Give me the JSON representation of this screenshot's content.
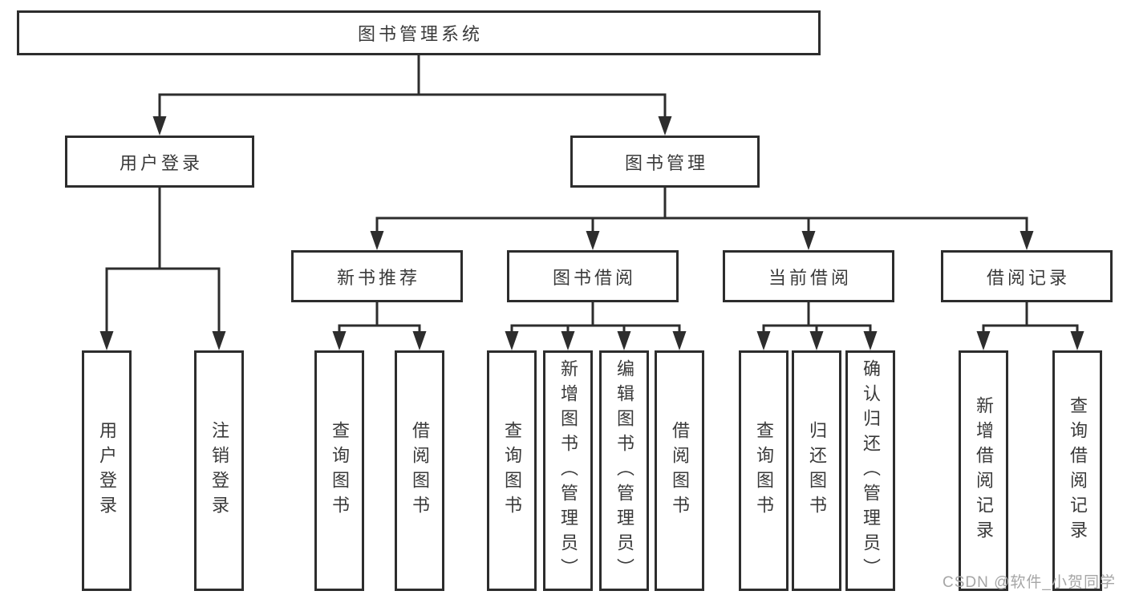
{
  "diagram": {
    "type": "hierarchy-tree",
    "levels": 4,
    "colors": {
      "line": "#2d2d2d",
      "box_border": "#2d2d2d",
      "box_fill": "#ffffff",
      "text": "#3a3a3a",
      "background": "#ffffff",
      "watermark": "#a6a6a6"
    },
    "nodes": {
      "root": {
        "label": "图书管理系统"
      },
      "user_login": {
        "label": "用户登录"
      },
      "book_mgmt": {
        "label": "图书管理"
      },
      "new_book_rec": {
        "label": "新书推荐"
      },
      "book_borrow": {
        "label": "图书借阅"
      },
      "current_borrow": {
        "label": "当前借阅"
      },
      "borrow_record": {
        "label": "借阅记录"
      },
      "leaf_user_login": {
        "label": "用户登录"
      },
      "leaf_logout": {
        "label": "注销登录"
      },
      "leaf_query_book_rec": {
        "label": "查询图书"
      },
      "leaf_borrow_book_rec": {
        "label": "借阅图书"
      },
      "leaf_query_book_borrow": {
        "label": "查询图书"
      },
      "leaf_add_book": {
        "label": "新增图书（管理员）"
      },
      "leaf_edit_book": {
        "label": "编辑图书（管理员）"
      },
      "leaf_borrow_book": {
        "label": "借阅图书"
      },
      "leaf_query_book_current": {
        "label": "查询图书"
      },
      "leaf_return_book": {
        "label": "归还图书"
      },
      "leaf_confirm_return": {
        "label": "确认归还（管理员）"
      },
      "leaf_add_record": {
        "label": "新增借阅记录"
      },
      "leaf_query_record": {
        "label": "查询借阅记录"
      }
    },
    "edges": [
      [
        "root",
        "user_login"
      ],
      [
        "root",
        "book_mgmt"
      ],
      [
        "user_login",
        "leaf_user_login"
      ],
      [
        "user_login",
        "leaf_logout"
      ],
      [
        "book_mgmt",
        "new_book_rec"
      ],
      [
        "book_mgmt",
        "book_borrow"
      ],
      [
        "book_mgmt",
        "current_borrow"
      ],
      [
        "book_mgmt",
        "borrow_record"
      ],
      [
        "new_book_rec",
        "leaf_query_book_rec"
      ],
      [
        "new_book_rec",
        "leaf_borrow_book_rec"
      ],
      [
        "book_borrow",
        "leaf_query_book_borrow"
      ],
      [
        "book_borrow",
        "leaf_add_book"
      ],
      [
        "book_borrow",
        "leaf_edit_book"
      ],
      [
        "book_borrow",
        "leaf_borrow_book"
      ],
      [
        "current_borrow",
        "leaf_query_book_current"
      ],
      [
        "current_borrow",
        "leaf_return_book"
      ],
      [
        "current_borrow",
        "leaf_confirm_return"
      ],
      [
        "borrow_record",
        "leaf_add_record"
      ],
      [
        "borrow_record",
        "leaf_query_record"
      ]
    ]
  },
  "watermark": {
    "text": "CSDN @软件_小贺同学"
  }
}
